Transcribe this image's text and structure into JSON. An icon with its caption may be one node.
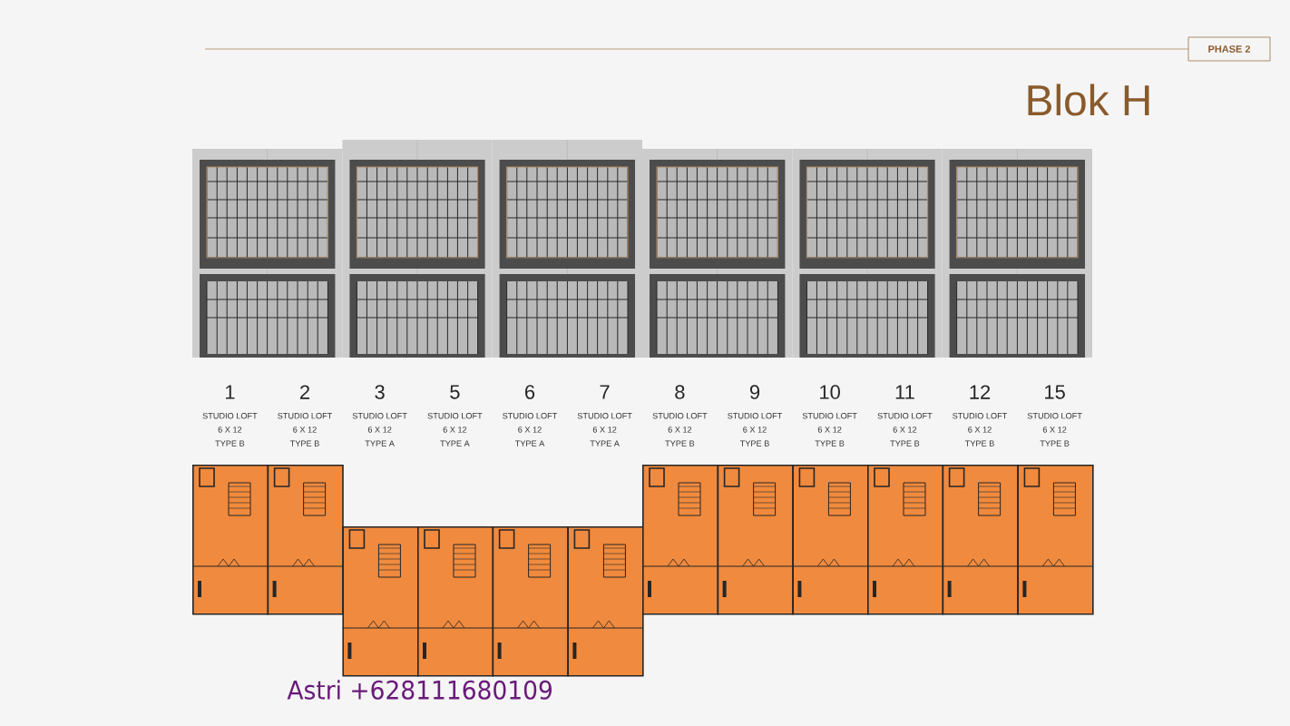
{
  "diagram": {
    "title": "Blok H",
    "nodes": [
      {
        "text": [
          "PHASE 2"
        ]
      },
      {
        "text": [],
        "shape": "box",
        "beside": [
          "1",
          "STUDIO LOFT",
          "6 X 12",
          "TYPE B"
        ]
      },
      {
        "text": [],
        "shape": "box",
        "beside": [
          "2",
          "STUDIO LOFT",
          "6 X 12",
          "TYPE B"
        ]
      },
      {
        "text": [],
        "shape": "box",
        "beside": [
          "3",
          "STUDIO LOFT",
          "6 X 12",
          "TYPE A"
        ]
      },
      {
        "text": [],
        "shape": "box",
        "beside": [
          "5",
          "STUDIO LOFT",
          "6 X 12",
          "TYPE A"
        ]
      },
      {
        "text": [],
        "shape": "box",
        "beside": [
          "6",
          "STUDIO LOFT",
          "6 X 12",
          "TYPE A"
        ]
      },
      {
        "text": [],
        "shape": "box",
        "beside": [
          "7",
          "STUDIO LOFT",
          "6 X 12",
          "TYPE A"
        ]
      },
      {
        "text": [],
        "shape": "box",
        "beside": [
          "8",
          "STUDIO LOFT",
          "6 X 12",
          "TYPE B"
        ]
      },
      {
        "text": [],
        "shape": "box",
        "beside": [
          "9",
          "STUDIO LOFT",
          "6 X 12",
          "TYPE B"
        ]
      },
      {
        "text": [],
        "shape": "box",
        "beside": [
          "10",
          "STUDIO LOFT",
          "6 X 12",
          "TYPE B"
        ]
      },
      {
        "text": [],
        "shape": "box",
        "beside": [
          "11",
          "STUDIO LOFT",
          "6 X 12",
          "TYPE B"
        ]
      },
      {
        "text": [],
        "shape": "box",
        "beside": [
          "12",
          "STUDIO LOFT",
          "6 X 12",
          "TYPE B"
        ]
      },
      {
        "text": [],
        "shape": "box",
        "beside": [
          "15",
          "STUDIO LOFT",
          "6 X 12",
          "TYPE B"
        ]
      }
    ],
    "labels": [
      "Astri +628111680109"
    ]
  }
}
